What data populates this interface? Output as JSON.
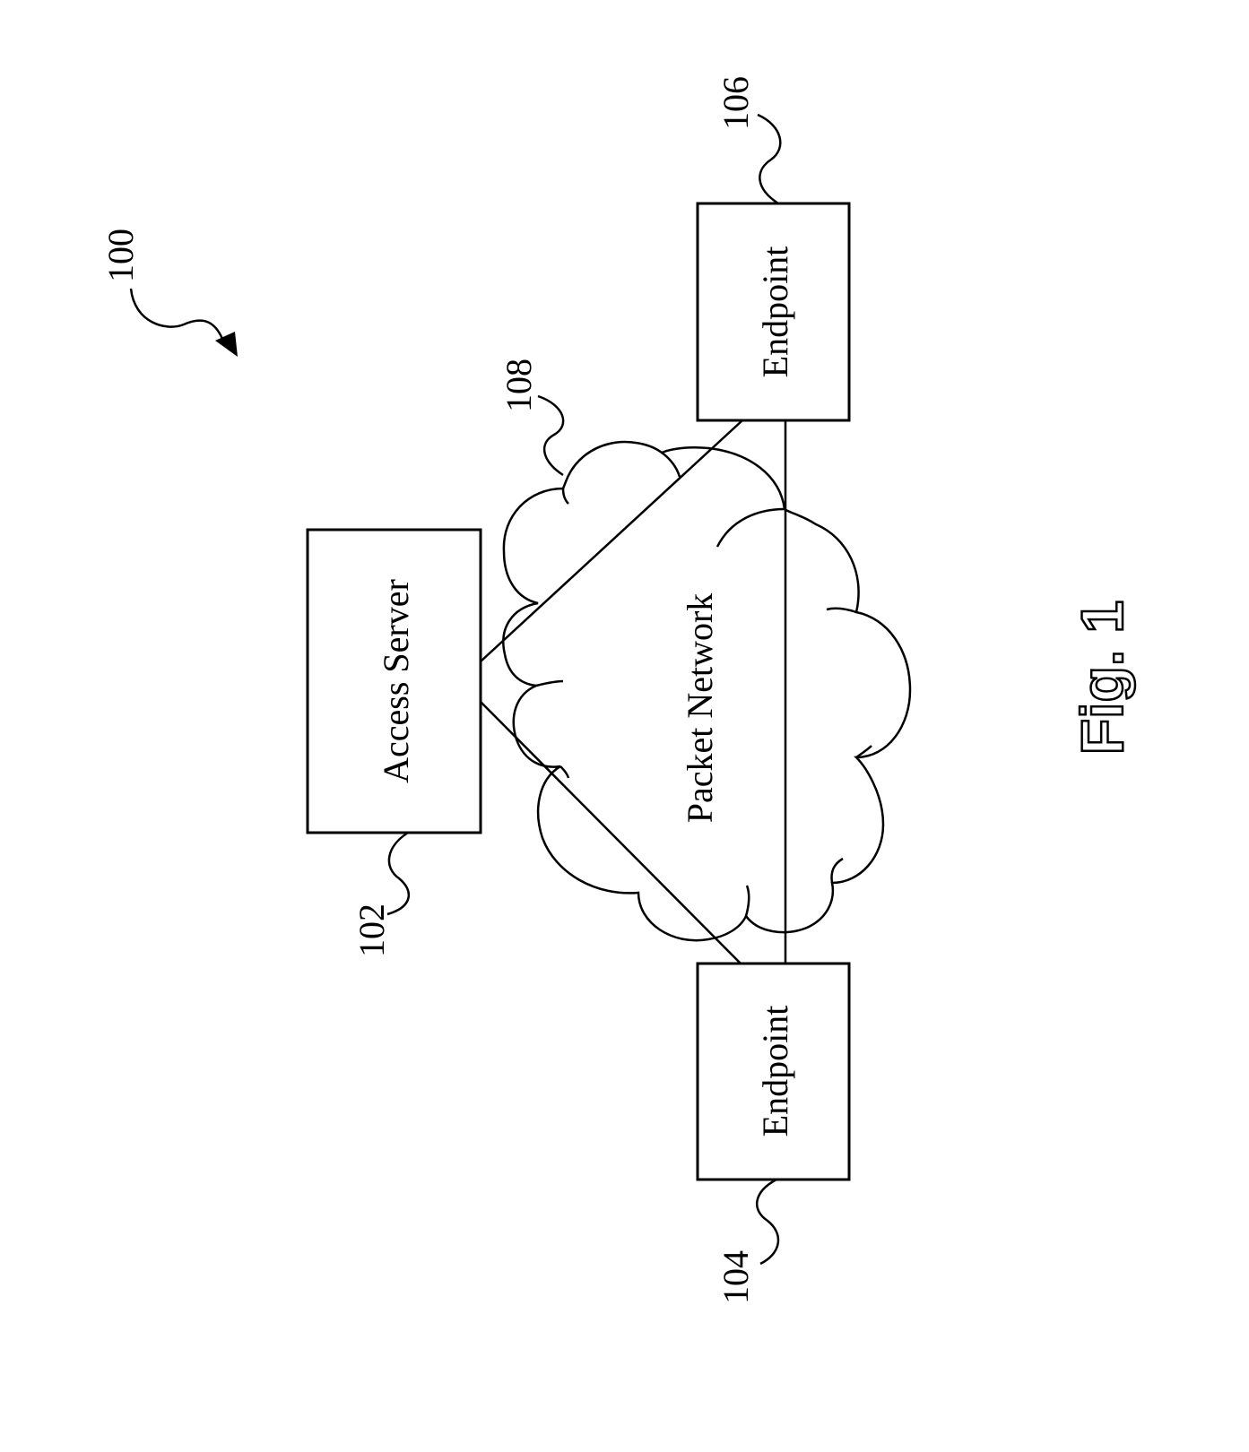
{
  "figure": {
    "ref": "100",
    "caption": "Fig. 1"
  },
  "nodes": {
    "access_server": {
      "label": "Access Server",
      "ref": "102"
    },
    "endpoint_bottom": {
      "label": "Endpoint",
      "ref": "104"
    },
    "endpoint_top": {
      "label": "Endpoint",
      "ref": "106"
    },
    "network": {
      "label": "Packet Network",
      "ref": "108"
    }
  }
}
